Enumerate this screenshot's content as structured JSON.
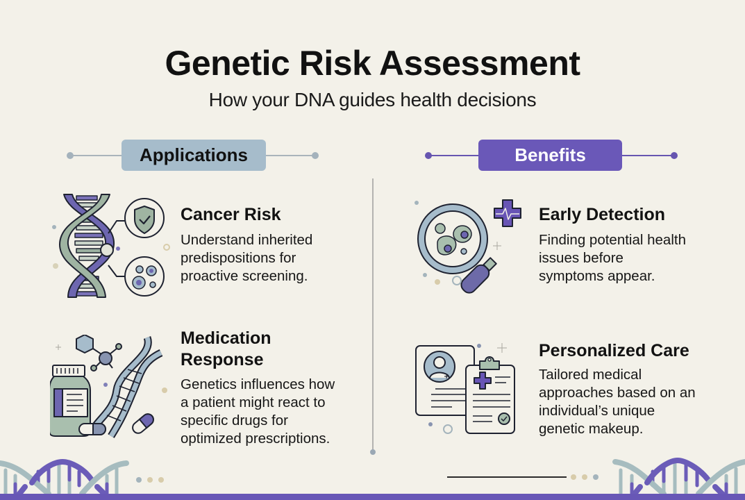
{
  "header": {
    "title": "Genetic Risk Assessment",
    "subtitle": "How your DNA guides health decisions"
  },
  "sections": {
    "applications": {
      "label": "Applications",
      "color": "#a6bccb",
      "items": [
        {
          "title": "Cancer Risk",
          "description_lines": [
            "Understand inherited",
            "predispositions for",
            "proactive screening."
          ],
          "icon": "dna-shield-cells-icon"
        },
        {
          "title_lines": [
            "Medication",
            "Response"
          ],
          "description_lines": [
            "Genetics influences how",
            "a patient might react to",
            "specific drugs for",
            "optimized prescriptions."
          ],
          "icon": "pill-bottle-dna-molecule-icon"
        }
      ]
    },
    "benefits": {
      "label": "Benefits",
      "color": "#6a58b8",
      "items": [
        {
          "title": "Early Detection",
          "description_lines": [
            "Finding potential health",
            "issues before",
            "symptoms appear."
          ],
          "icon": "magnifier-cells-medical-cross-icon"
        },
        {
          "title": "Personalized Care",
          "description_lines": [
            "Tailored medical",
            "approaches based on an",
            "individual’s unique",
            "genetic makeup."
          ],
          "icon": "patient-profile-clipboard-icon"
        }
      ]
    }
  },
  "colors": {
    "background": "#f3f1e9",
    "purple": "#6a58b8",
    "sage": "#a9bfae",
    "slate_blue": "#a6bccb",
    "bottom_bar": "#6857b6"
  }
}
